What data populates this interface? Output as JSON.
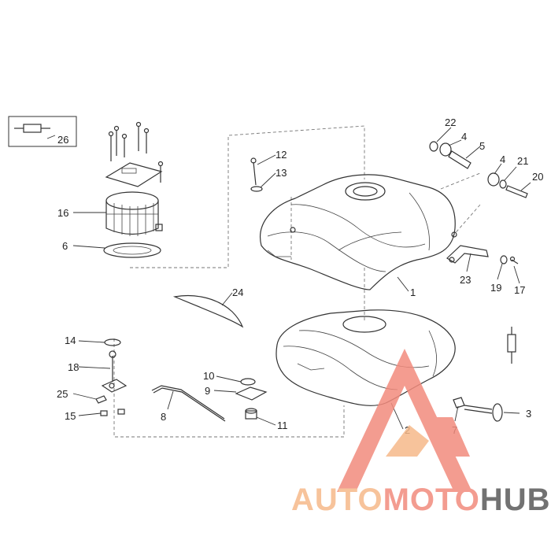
{
  "callouts": [
    {
      "id": "p1",
      "text": "1"
    },
    {
      "id": "p2",
      "text": "2"
    },
    {
      "id": "p3",
      "text": "3"
    },
    {
      "id": "p4a",
      "text": "4"
    },
    {
      "id": "p4b",
      "text": "4"
    },
    {
      "id": "p5",
      "text": "5"
    },
    {
      "id": "p6",
      "text": "6"
    },
    {
      "id": "p7",
      "text": "7"
    },
    {
      "id": "p8",
      "text": "8"
    },
    {
      "id": "p9",
      "text": "9"
    },
    {
      "id": "p10",
      "text": "10"
    },
    {
      "id": "p11",
      "text": "11"
    },
    {
      "id": "p12",
      "text": "12"
    },
    {
      "id": "p13",
      "text": "13"
    },
    {
      "id": "p14",
      "text": "14"
    },
    {
      "id": "p15",
      "text": "15"
    },
    {
      "id": "p16",
      "text": "16"
    },
    {
      "id": "p17",
      "text": "17"
    },
    {
      "id": "p18",
      "text": "18"
    },
    {
      "id": "p19",
      "text": "19"
    },
    {
      "id": "p20",
      "text": "20"
    },
    {
      "id": "p21",
      "text": "21"
    },
    {
      "id": "p22",
      "text": "22"
    },
    {
      "id": "p23",
      "text": "23"
    },
    {
      "id": "p24",
      "text": "24"
    },
    {
      "id": "p25",
      "text": "25"
    },
    {
      "id": "p26",
      "text": "26"
    }
  ],
  "watermark": {
    "part1": "AUTO",
    "part2": "MOTO",
    "part3": "HUB",
    "color_main": "#f28b7d",
    "color_light": "#f6b98a",
    "color_dark": "#5a5a5a"
  }
}
